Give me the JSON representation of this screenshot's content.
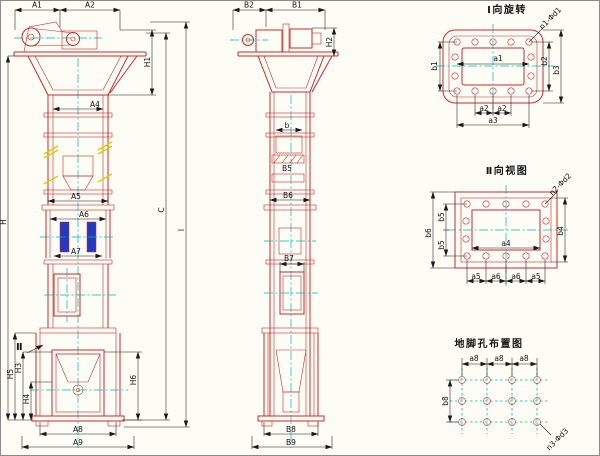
{
  "colors": {
    "red": "#c92b2b",
    "cyan": "#00b6b6",
    "dim": "#1a1a1a",
    "blue": "#2438c0",
    "yellow": "#d9cd00",
    "paper": "#fdfdf6",
    "border": "#8a8a8a"
  },
  "view_titles": {
    "rotated_view": "Ⅰ向旋转",
    "direction_view": "Ⅱ向视图",
    "anchor_layout": "地脚孔布置图"
  },
  "labels": {
    "A1": "A1",
    "A2": "A2",
    "A4": "A4",
    "A5": "A5",
    "A6": "A6",
    "A7": "A7",
    "A8": "A8",
    "A9": "A9",
    "B1": "B1",
    "B2": "B2",
    "B5": "B5",
    "B6": "B6",
    "B7": "B7",
    "B8": "B8",
    "B9": "B9",
    "b": "b",
    "H": "H",
    "H1": "H1",
    "H2": "H2",
    "H3": "H3",
    "H4": "H4",
    "H5": "H5",
    "H6": "H6",
    "C": "C",
    "I": "I",
    "II": "Ⅱ",
    "b1": "b1",
    "b2": "b2",
    "b3": "b3",
    "b4": "b4",
    "b5": "b5",
    "b6": "b6",
    "b8": "b8",
    "a1": "a1",
    "a2": "a2",
    "a3": "a3",
    "a4": "a4",
    "a5": "a5",
    "a6": "a6",
    "a8": "a8",
    "n1": "n1-Φd1",
    "n2": "n2-Φd2",
    "n3": "n3-Φd3"
  }
}
